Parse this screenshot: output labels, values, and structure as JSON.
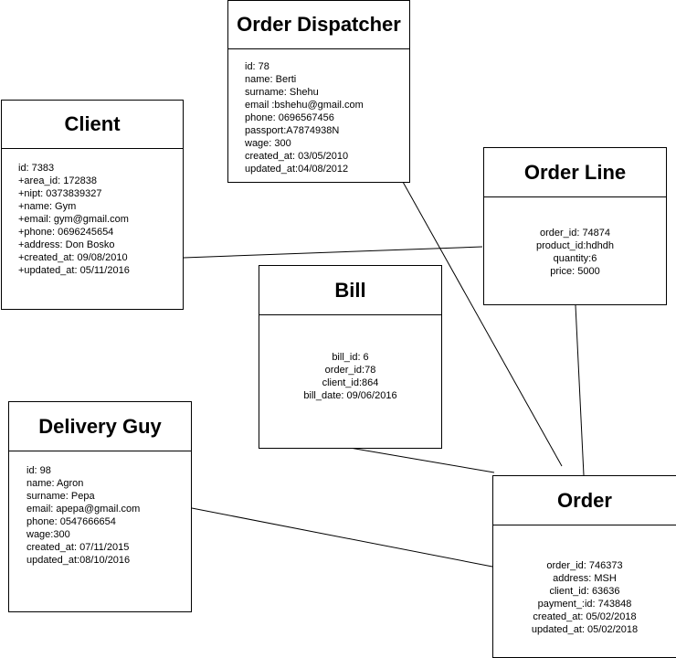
{
  "entities": {
    "client": {
      "title": "Client",
      "attributes": [
        "id: 7383",
        "+area_id: 172838",
        "+nipt: 0373839327",
        "+name: Gym",
        "+email: gym@gmail.com",
        "+phone: 0696245654",
        "+address: Don Bosko",
        "+created_at: 09/08/2010",
        "+updated_at: 05/11/2016"
      ]
    },
    "order_dispatcher": {
      "title": "Order Dispatcher",
      "attributes": [
        "id: 78",
        "name: Berti",
        "surname: Shehu",
        "email :bshehu@gmail.com",
        "phone: 0696567456",
        "passport:A7874938N",
        "wage: 300",
        "created_at: 03/05/2010",
        "updated_at:04/08/2012"
      ]
    },
    "order_line": {
      "title": "Order Line",
      "attributes": [
        "order_id: 74874",
        "product_id:hdhdh",
        "quantity:6",
        "price: 5000"
      ]
    },
    "bill": {
      "title": "Bill",
      "attributes": [
        "bill_id: 6",
        "order_id:78",
        "client_id:864",
        "bill_date: 09/06/2016"
      ]
    },
    "delivery_guy": {
      "title": "Delivery Guy",
      "attributes": [
        "id: 98",
        "name: Agron",
        "surname: Pepa",
        "email: apepa@gmail.com",
        "phone: 0547666654",
        "wage:300",
        "created_at: 07/11/2015",
        "updated_at:08/10/2016"
      ]
    },
    "order": {
      "title": "Order",
      "attributes": [
        "order_id: 746373",
        "address: MSH",
        "client_id: 63636",
        "payment_:id: 743848",
        "created_at: 05/02/2018",
        "updated_at: 05/02/2018"
      ]
    }
  },
  "connections": [
    {
      "from": "client",
      "to": "order_line"
    },
    {
      "from": "order_dispatcher",
      "to": "order"
    },
    {
      "from": "order_line",
      "to": "order"
    },
    {
      "from": "bill",
      "to": "order"
    },
    {
      "from": "delivery_guy",
      "to": "order"
    }
  ],
  "colors": {
    "line": "#000000",
    "box_border": "#000000",
    "background": "#ffffff",
    "text": "#000000"
  }
}
